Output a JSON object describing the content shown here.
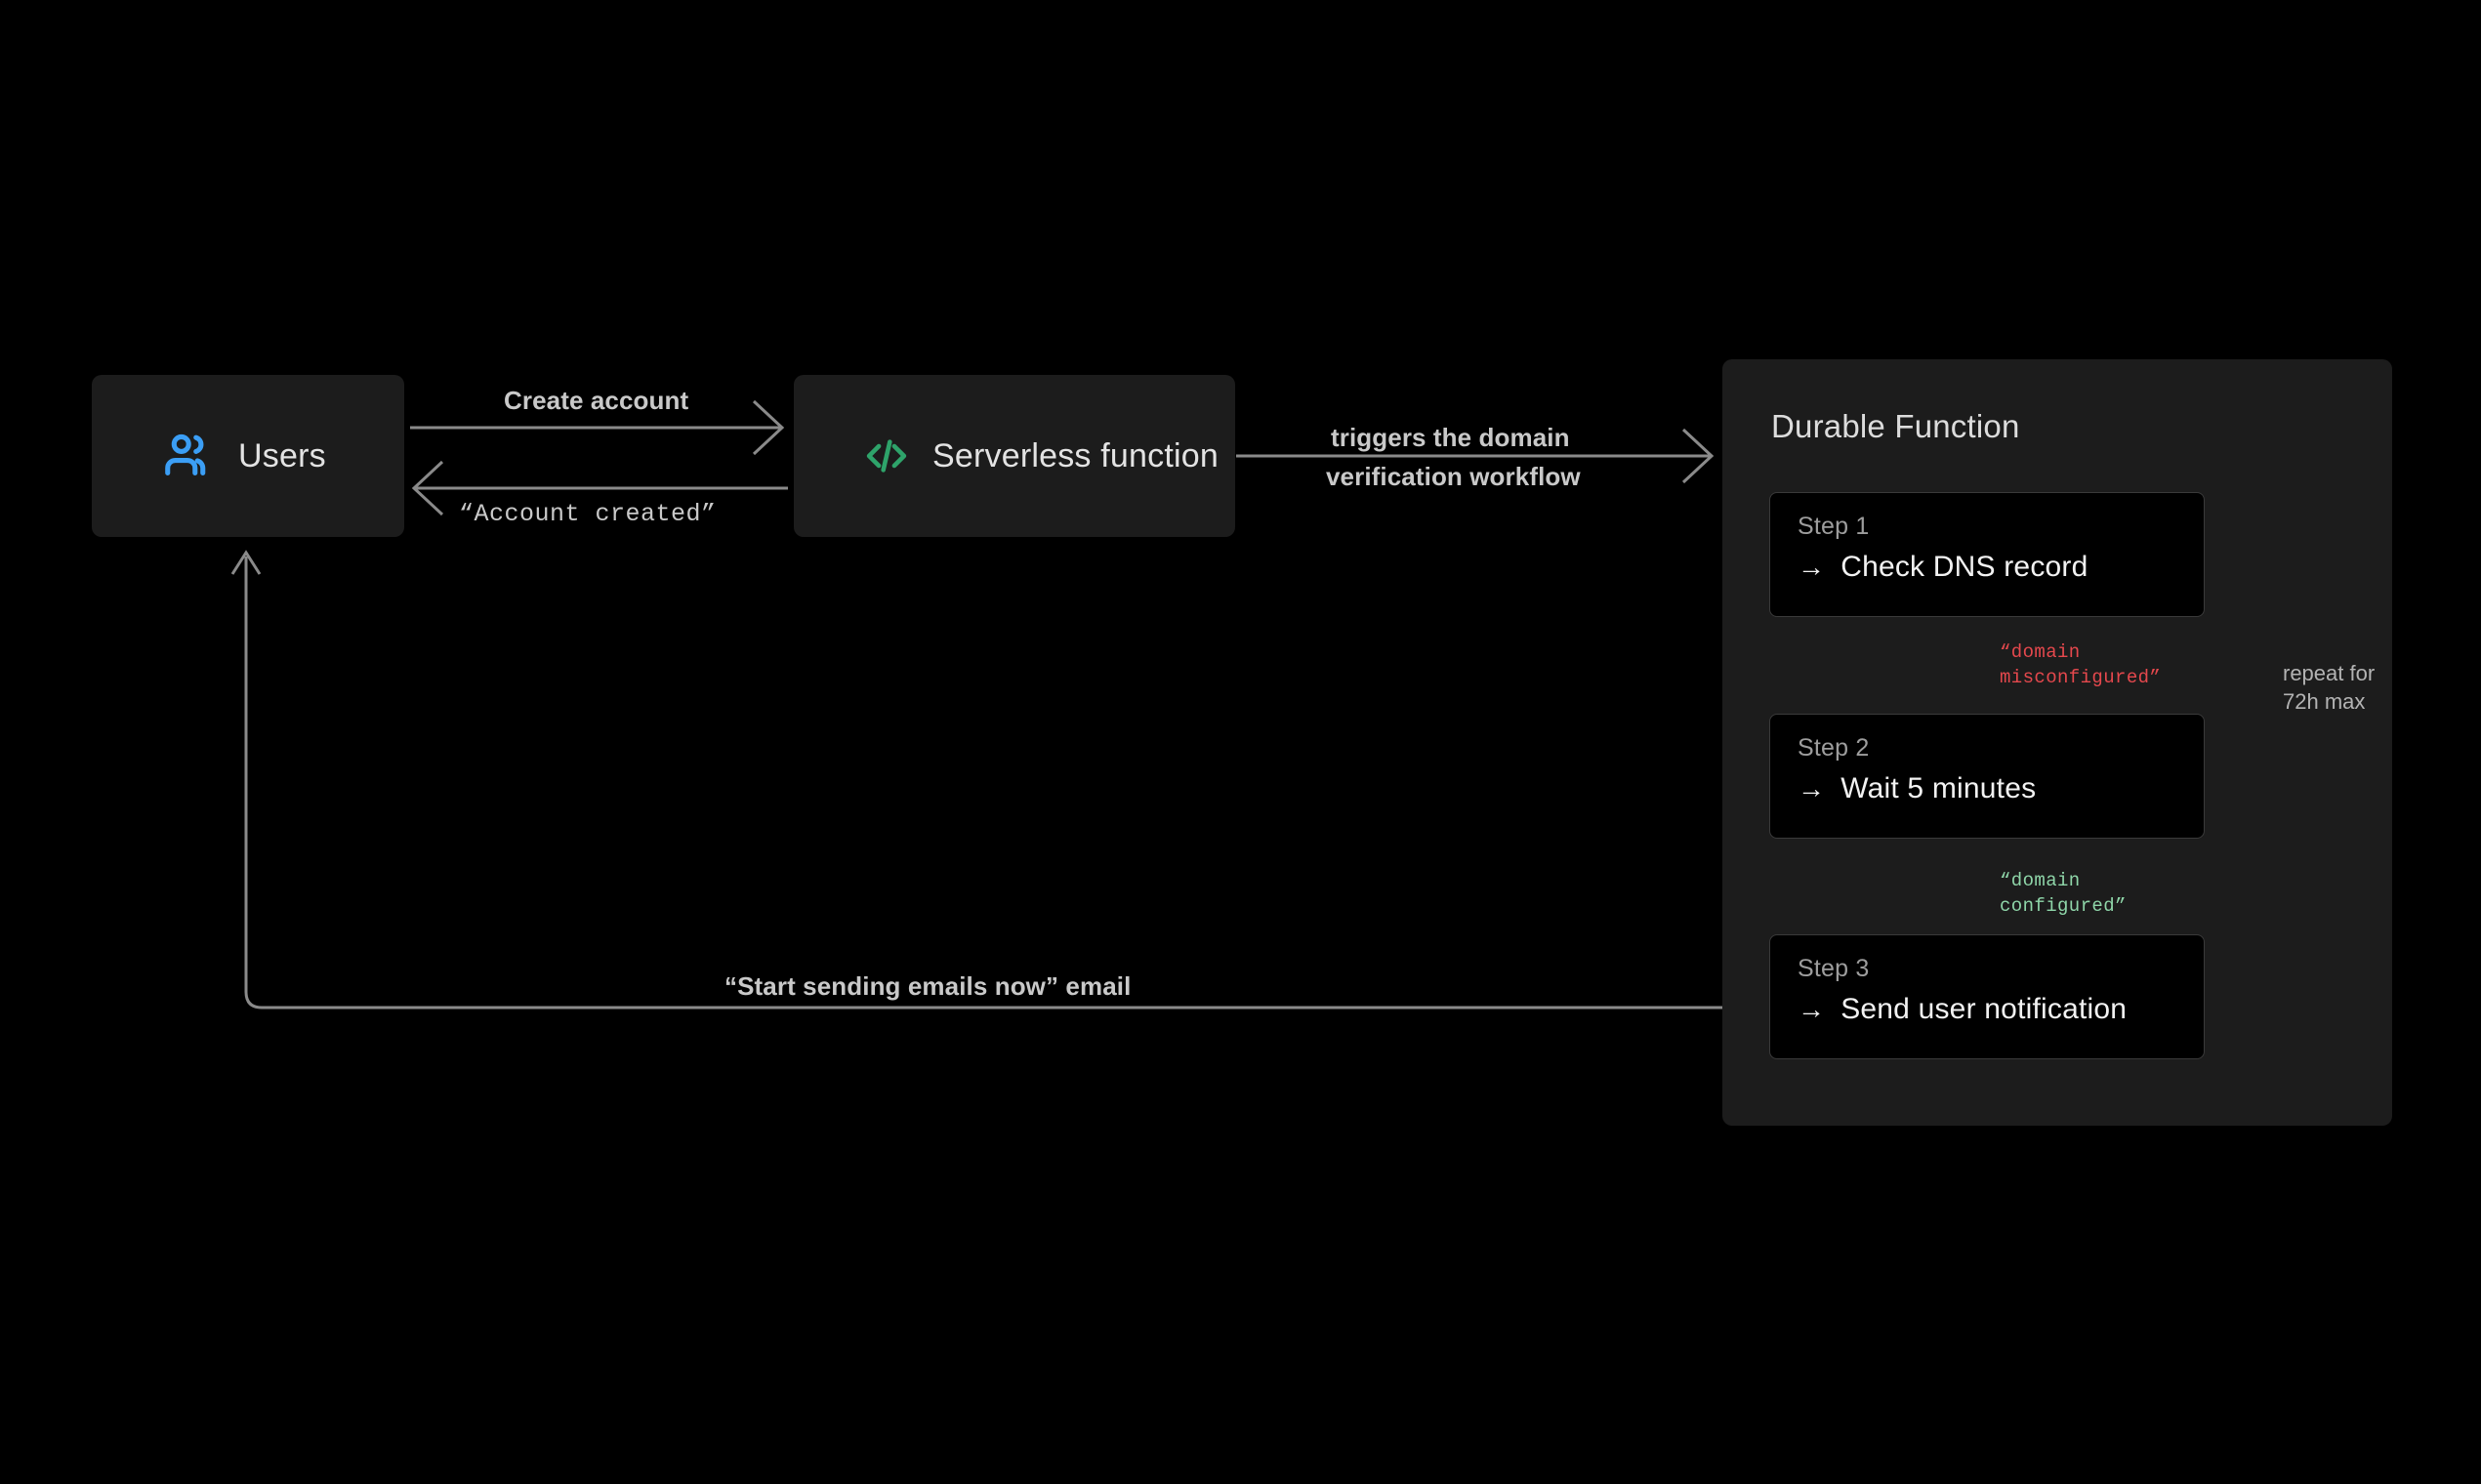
{
  "diagram": {
    "background_color": "#000000",
    "accent_blue": "#3b9ef5",
    "accent_green": "#2ea36a",
    "error_red": "#e5484d",
    "success_green": "#8fd6a9",
    "line_color": "#8a8a8a"
  },
  "nodes": {
    "users": {
      "label": "Users",
      "icon": "users-icon"
    },
    "serverless": {
      "label": "Serverless function",
      "icon": "code-brackets-icon"
    }
  },
  "durable_function": {
    "title": "Durable Function",
    "steps": [
      {
        "kicker": "Step 1",
        "arrow": "→",
        "action": "Check DNS record"
      },
      {
        "kicker": "Step 2",
        "arrow": "→",
        "action": "Wait 5 minutes"
      },
      {
        "kicker": "Step 3",
        "arrow": "→",
        "action": "Send user notification"
      }
    ],
    "transitions": {
      "step1_to_step2_line1": "“domain",
      "step1_to_step2_line2": "misconfigured”",
      "step2_to_step3_line1": "“domain",
      "step2_to_step3_line2": "configured”",
      "loop_line1": "repeat for",
      "loop_line2": "72h max"
    }
  },
  "edges": {
    "create_account": "Create account",
    "account_created": "“Account created”",
    "triggers_line1": "triggers the domain",
    "triggers_line2": "verification workflow",
    "start_sending_email": "“Start sending emails now” email"
  }
}
